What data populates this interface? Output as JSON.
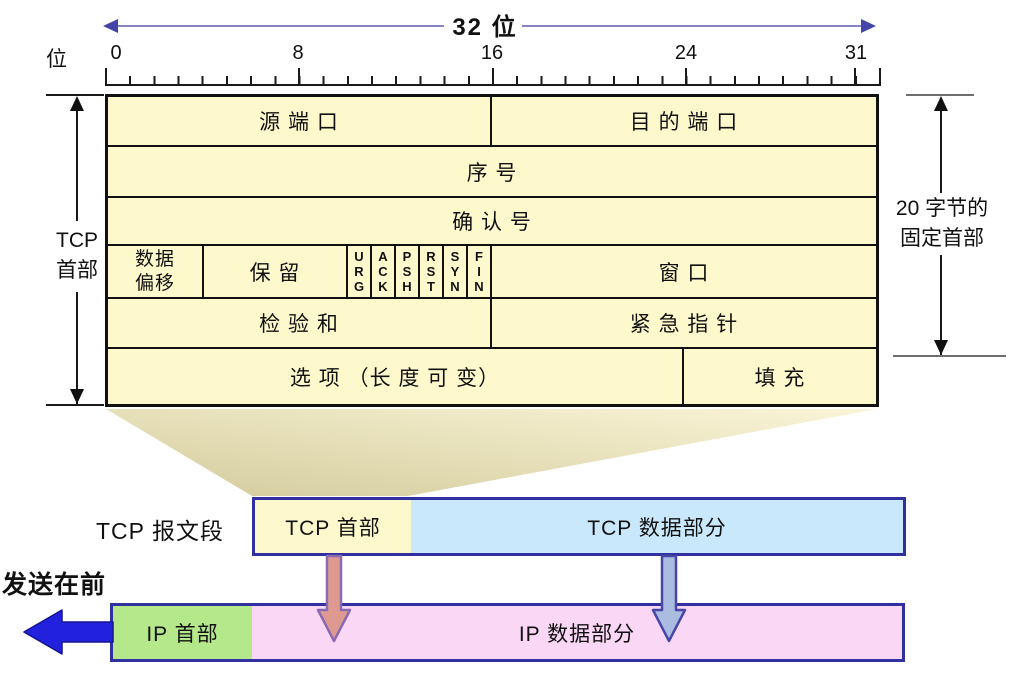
{
  "ruler": {
    "bits_label": "32 位",
    "unit_label": "位",
    "tick_labels": [
      {
        "text": "0",
        "bit": 0
      },
      {
        "text": "8",
        "bit": 8
      },
      {
        "text": "16",
        "bit": 16
      },
      {
        "text": "24",
        "bit": 24
      },
      {
        "text": "31",
        "bit": 31
      }
    ]
  },
  "header_table": {
    "source_port": "源 端 口",
    "dest_port": "目 的 端 口",
    "seq_no": "序  号",
    "ack_no": "确  认  号",
    "data_offset": "数据\n偏移",
    "reserved": "保  留",
    "flags": [
      "URG",
      "ACK",
      "PSH",
      "RST",
      "SYN",
      "FIN"
    ],
    "window": "窗  口",
    "checksum": "检 验 和",
    "urgent_pointer": "紧 急 指 针",
    "options": "选 项 （长 度 可 变）",
    "padding": "填 充"
  },
  "annotations": {
    "tcp_header_side": "TCP\n首部",
    "fixed_header_side": "20 字节的\n固定首部"
  },
  "tcp_segment": {
    "label": "TCP 报文段",
    "header": "TCP 首部",
    "data": "TCP 数据部分"
  },
  "ip_datagram": {
    "sent_first": "发送在前",
    "header": "IP 首部",
    "data": "IP 数据部分"
  },
  "colors": {
    "cell_yellow": "#FEF9CC",
    "segment_data_blue": "#C9E8FB",
    "ip_header_green": "#B5E88A",
    "ip_data_pink": "#FBD7F6",
    "bar_border_navy": "#3030A0",
    "table_border_black": "#111111",
    "ruler_line_purple": "#8585C5",
    "ruler_arrowhead_blue": "#4343A8",
    "trapezoid_beige": "#E3DBAC",
    "down_arrow_salmon": "#DE9A90",
    "down_arrow_salmon_stroke": "#8A6AB0",
    "down_arrow_steelblue": "#AABCE0",
    "down_arrow_steelblue_stroke": "#4747A8",
    "send_arrow_blue": "#2121DE"
  }
}
